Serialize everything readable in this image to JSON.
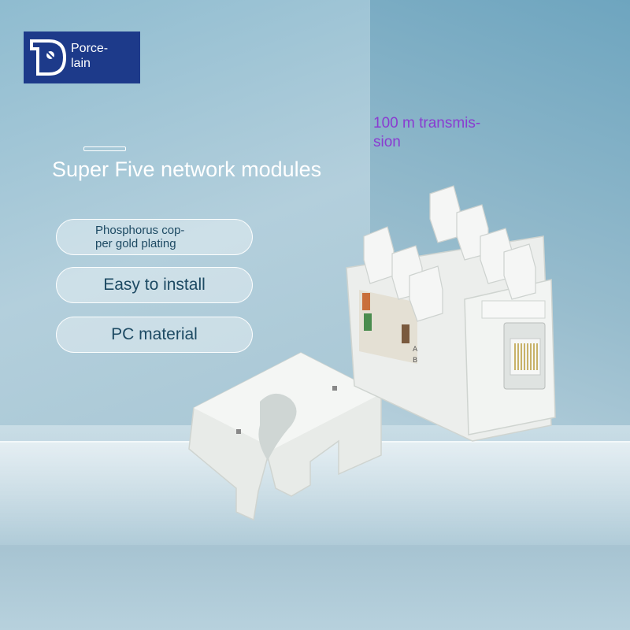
{
  "logo": {
    "text": "Porce-\nlain",
    "line1": "Porce-",
    "line2": "lain",
    "colors": {
      "background": "#1d3a8a",
      "text": "#ffffff"
    }
  },
  "headline": "Super Five network modules",
  "callout": {
    "line1": "100 m transmis-",
    "line2": "sion",
    "color": "#8a3bd1"
  },
  "features": [
    {
      "line1": "Phosphorus cop-",
      "line2": "per gold plating"
    },
    {
      "label": "Easy to install"
    },
    {
      "label": "PC material"
    }
  ],
  "product": {
    "icons": [
      "rj45-keystone-module-image",
      "dust-cap-image"
    ],
    "wiring_labels": [
      "A",
      "B"
    ]
  }
}
